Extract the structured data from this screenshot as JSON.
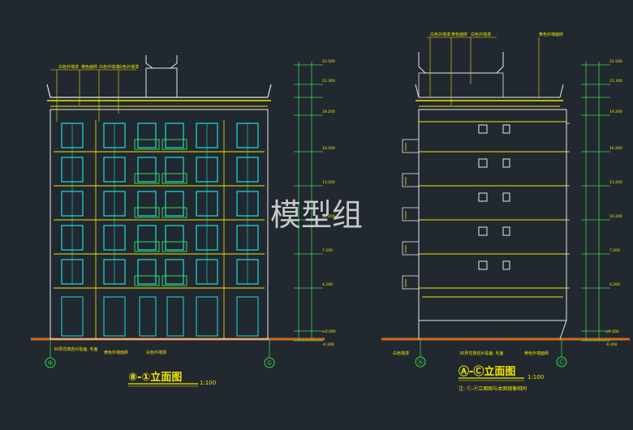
{
  "watermark": "模型组",
  "left_view": {
    "title": "⑧-①立面图",
    "scale": "1:100",
    "axis_left": "⑧",
    "axis_right": "①",
    "callouts_top": [
      "白色外墙漆",
      "黄色面砖",
      "白色外墙漆",
      "白色外墙漆"
    ],
    "callouts_bottom": [
      "30厚花岗岩片贴面, 毛面",
      "黄色外墙面砖",
      "白色外墙漆"
    ],
    "elevations": [
      "22.500",
      "21.300",
      "19.200",
      "16.200",
      "13.200",
      "10.200",
      "7.200",
      "4.200",
      "±0.000",
      "-0.300"
    ]
  },
  "right_view": {
    "title": "Ⓐ-Ⓒ立面图",
    "scale": "1:100",
    "note": "注: Ⓒ-Ⓐ立面图与本图镜像相同",
    "axis_left": "Ⓐ",
    "axis_right": "Ⓒ",
    "callouts_top": [
      "白色外墙漆",
      "黄色面砖",
      "白色外墙漆",
      "黄色外墙面砖"
    ],
    "callouts_bottom": [
      "白色墙漆",
      "30厚花岗岩片贴面, 毛面",
      "黄色外墙面砖"
    ],
    "elevations": [
      "22.500",
      "21.300",
      "19.200",
      "16.200",
      "13.200",
      "10.200",
      "7.200",
      "4.200",
      "±0.000",
      "-0.300"
    ]
  }
}
